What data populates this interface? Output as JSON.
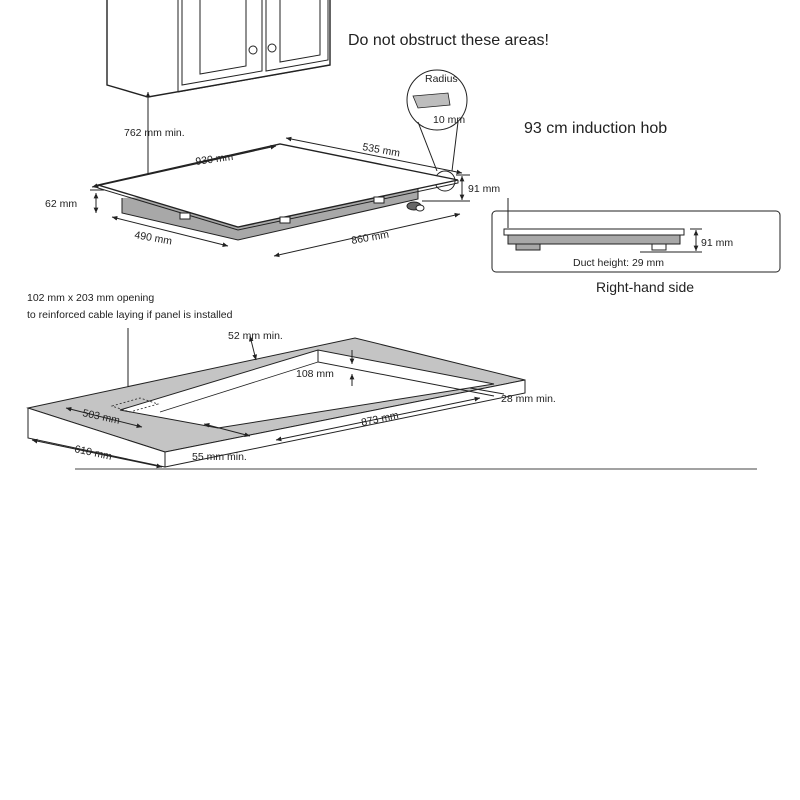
{
  "notes": {
    "warning": "Do not obstruct these areas!",
    "product": "93 cm induction hob",
    "side_caption": "Right-hand side",
    "cable_line1": "102 mm x 203 mm opening",
    "cable_line2": "to reinforced cable laying if panel is installed"
  },
  "detail": {
    "radius_label": "Radius",
    "radius_value": "10 mm"
  },
  "hob": {
    "clearance": "762 mm min.",
    "width": "930 mm",
    "depth": "535 mm",
    "height_total": "62 mm",
    "height_side": "91 mm",
    "body_depth": "490 mm",
    "body_width": "860 mm"
  },
  "side_view": {
    "height": "91 mm",
    "duct": "Duct height: 29 mm"
  },
  "cutout": {
    "back_margin": "52 mm min.",
    "depth": "108 mm",
    "right_margin": "28 mm min.",
    "cut_depth": "503 mm",
    "cut_width": "873 mm",
    "worktop_depth": "610 mm",
    "front_margin": "55 mm min."
  }
}
